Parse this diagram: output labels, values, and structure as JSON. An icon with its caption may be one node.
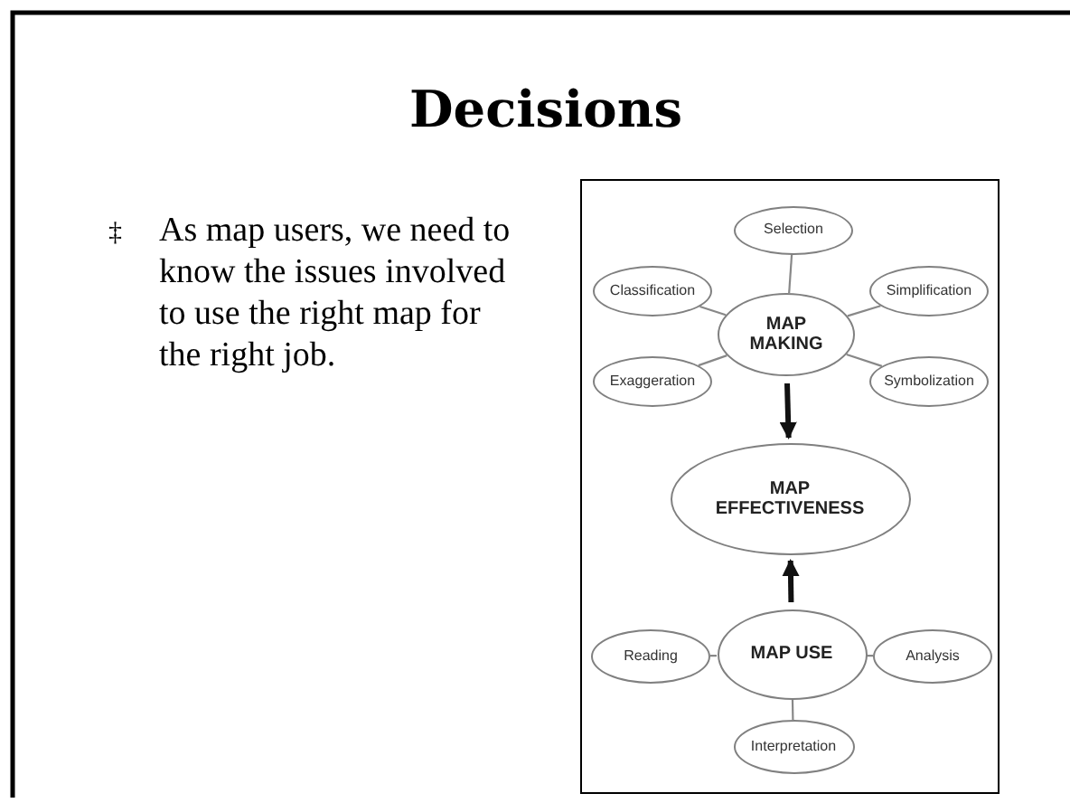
{
  "diagram": {
    "title": "Decisions",
    "nodes": [
      {
        "text": [
          "Selection"
        ]
      },
      {
        "text": [
          "Classification"
        ]
      },
      {
        "text": [
          "MAP MAKING"
        ]
      },
      {
        "text": [
          "Simplification"
        ]
      },
      {
        "text": [
          "Exaggeration"
        ]
      },
      {
        "text": [
          "Symbolization"
        ]
      },
      {
        "text": [
          "MAP EFFECTIVENESS"
        ]
      },
      {
        "text": [
          "Reading"
        ]
      },
      {
        "text": [
          "MAP USE"
        ]
      },
      {
        "text": [
          "Analysis"
        ]
      },
      {
        "text": [
          "Interpretation"
        ]
      }
    ],
    "edges": [
      {
        "from": 0,
        "to": 2,
        "arrow": "none"
      },
      {
        "from": 1,
        "to": 2,
        "arrow": "none"
      },
      {
        "from": 3,
        "to": 2,
        "arrow": "none"
      },
      {
        "from": 4,
        "to": 2,
        "arrow": "none"
      },
      {
        "from": 5,
        "to": 2,
        "arrow": "none"
      },
      {
        "from": 2,
        "to": 6,
        "arrow": "to",
        "style": "thick",
        "color": "#111111"
      },
      {
        "from": 8,
        "to": 6,
        "arrow": "to",
        "style": "thick",
        "color": "#111111"
      },
      {
        "from": 7,
        "to": 8,
        "arrow": "none"
      },
      {
        "from": 9,
        "to": 8,
        "arrow": "none"
      },
      {
        "from": 10,
        "to": 8,
        "arrow": "none"
      }
    ],
    "labels": [
      "‡",
      "As map users, we need to know the issues involved to use the right map for the right job."
    ]
  }
}
